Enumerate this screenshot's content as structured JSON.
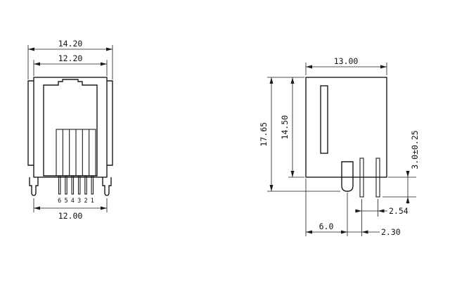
{
  "drawing": {
    "background": "#ffffff",
    "line_color": "#1b1b1b",
    "front_view": {
      "dims": {
        "top_width": "14.20",
        "inner_width": "12.20",
        "bottom_width": "12.00"
      },
      "pin_numbers": [
        "6",
        "5",
        "4",
        "3",
        "2",
        "1"
      ]
    },
    "side_view": {
      "dims": {
        "width": "13.00",
        "overall_height": "17.65",
        "body_height": "14.50",
        "pin_length": "3.0±0.25",
        "pin_pitch": "2.54",
        "edge_to_peg": "6.0",
        "peg_to_pin": "2.30"
      }
    }
  }
}
